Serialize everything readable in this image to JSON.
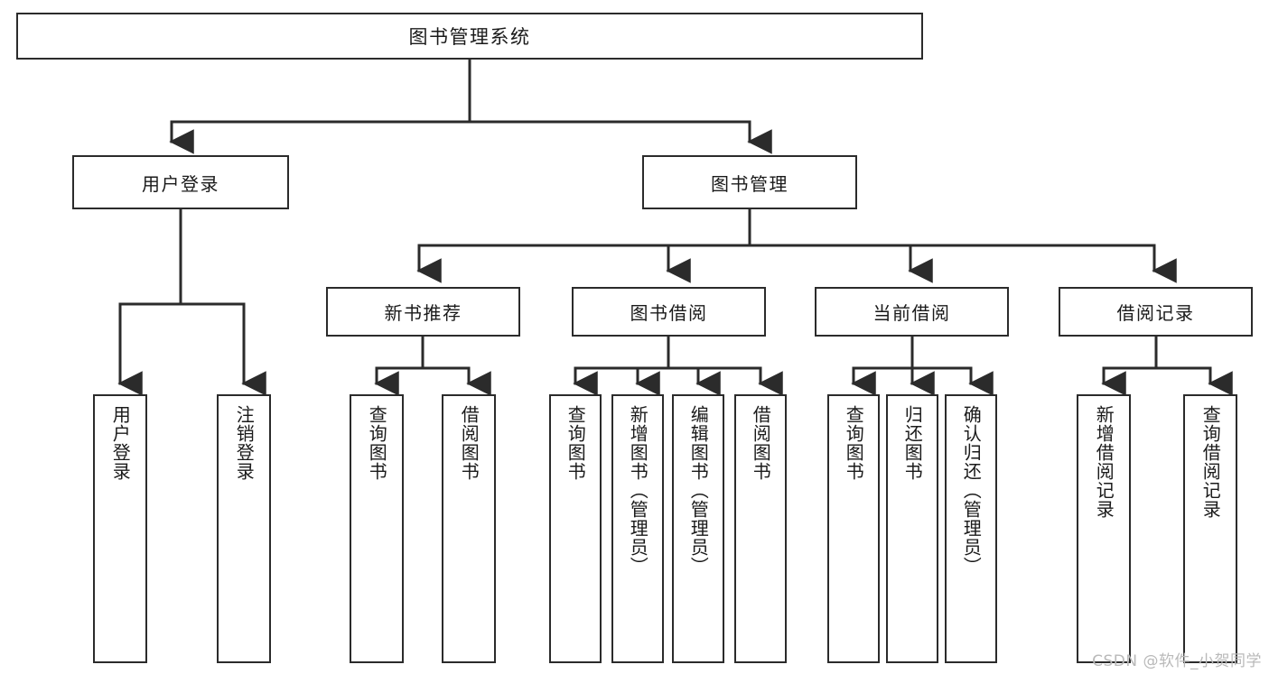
{
  "diagram": {
    "type": "tree",
    "title": "图书管理系统",
    "root": {
      "id": "root",
      "label": "图书管理系统"
    },
    "level1": [
      {
        "id": "user-login",
        "label": "用户登录"
      },
      {
        "id": "book-manage",
        "label": "图书管理"
      }
    ],
    "level2": [
      {
        "id": "new-book-rec",
        "label": "新书推荐",
        "parent": "book-manage"
      },
      {
        "id": "book-borrow",
        "label": "图书借阅",
        "parent": "book-manage"
      },
      {
        "id": "current-borrow",
        "label": "当前借阅",
        "parent": "book-manage"
      },
      {
        "id": "borrow-record",
        "label": "借阅记录",
        "parent": "book-manage"
      }
    ],
    "leaves": [
      {
        "id": "leaf-user-login",
        "label": "用户登录",
        "parent": "user-login"
      },
      {
        "id": "leaf-user-logout",
        "label": "注销登录",
        "parent": "user-login"
      },
      {
        "id": "leaf-query-book-1",
        "label": "查询图书",
        "parent": "new-book-rec"
      },
      {
        "id": "leaf-borrow-book-1",
        "label": "借阅图书",
        "parent": "new-book-rec"
      },
      {
        "id": "leaf-query-book-2",
        "label": "查询图书",
        "parent": "book-borrow"
      },
      {
        "id": "leaf-add-book",
        "label": "新增图书（管理员）",
        "parent": "book-borrow"
      },
      {
        "id": "leaf-edit-book",
        "label": "编辑图书（管理员）",
        "parent": "book-borrow"
      },
      {
        "id": "leaf-borrow-book-2",
        "label": "借阅图书",
        "parent": "book-borrow"
      },
      {
        "id": "leaf-query-book-3",
        "label": "查询图书",
        "parent": "current-borrow"
      },
      {
        "id": "leaf-return-book",
        "label": "归还图书",
        "parent": "current-borrow"
      },
      {
        "id": "leaf-confirm-return",
        "label": "确认归还（管理员）",
        "parent": "current-borrow"
      },
      {
        "id": "leaf-add-record",
        "label": "新增借阅记录",
        "parent": "borrow-record"
      },
      {
        "id": "leaf-query-record",
        "label": "查询借阅记录",
        "parent": "borrow-record"
      }
    ],
    "colors": {
      "stroke": "#2b2b2b",
      "fill": "#ffffff",
      "text": "#1a1a1a",
      "watermark": "#b9b9b9"
    }
  },
  "watermark": {
    "text": "CSDN @软件_小贺同学"
  }
}
